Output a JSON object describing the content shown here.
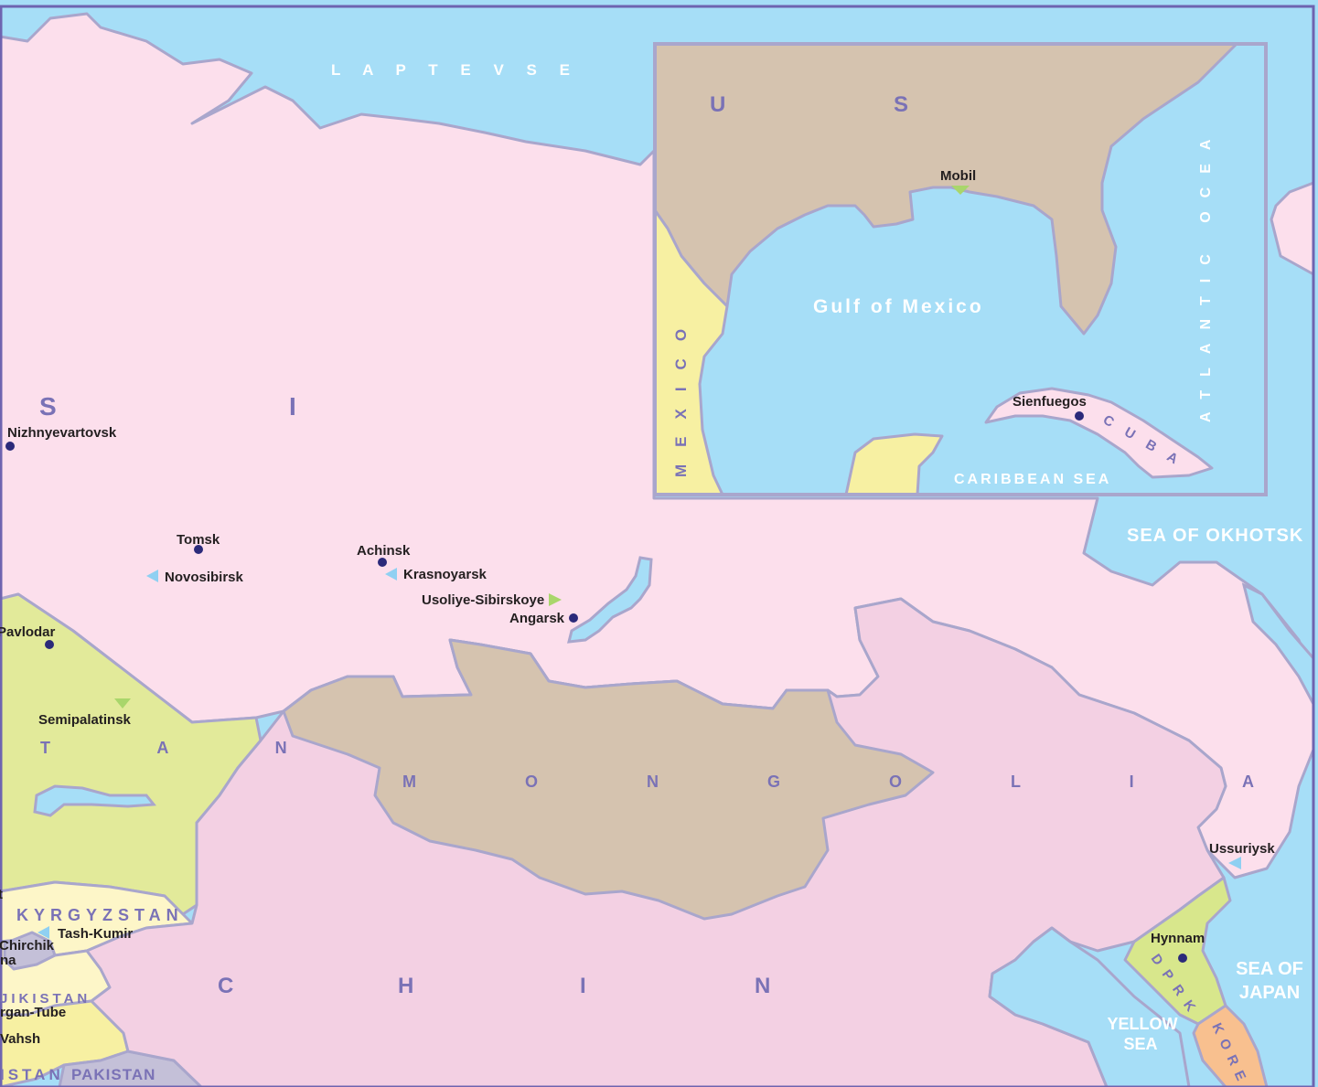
{
  "colors": {
    "ocean": "#a6def7",
    "russia": "#fcdfec",
    "kazakhstan": "#e2ea9a",
    "china": "#f3d0e3",
    "mongolia": "#d5c3af",
    "kyrgyzstan": "#fdf6c8",
    "usa": "#d5c3af",
    "mexico": "#f7f0a2",
    "dprk": "#d8e78c",
    "korea": "#f8c08f",
    "pakistan": "#c4c0d8",
    "border": "#a9a6cc",
    "frame": "#6e64b0",
    "city_dot": "#2b2a7a",
    "marker_blue": "#8fd0f2",
    "marker_green": "#a9d66b",
    "country_label": "#7a72b6"
  },
  "country_labels": {
    "russia_s": "S",
    "russia_i": "I",
    "kazakhstan": "T A N",
    "mongolia": "M O N G O L I A",
    "china_c": "C",
    "china_h": "H",
    "china_i": "I",
    "china_n": "N",
    "kyrgyzstan": "KYRGYZSTAN",
    "tajikistan": "JIKISTAN",
    "pakistan": "PAKISTAN",
    "afghanistan": "ISTAN",
    "dprk": "DPRK",
    "korea": "KOREA"
  },
  "seas": {
    "laptev": "L A P T E V   S E",
    "okhotsk": "SEA OF OKHOTSK",
    "japan_line1": "SEA OF",
    "japan_line2": "JAPAN",
    "yellow_line1": "YELLOW",
    "yellow_line2": "SEA"
  },
  "cities": [
    {
      "id": "nizhnyevartovsk",
      "name": "Nizhnyevartovsk",
      "marker": "dot"
    },
    {
      "id": "tomsk",
      "name": "Tomsk",
      "marker": "dot"
    },
    {
      "id": "novosibirsk",
      "name": "Novosibirsk",
      "marker": "triangle-blue"
    },
    {
      "id": "achinsk",
      "name": "Achinsk",
      "marker": "dot"
    },
    {
      "id": "krasnoyarsk",
      "name": "Krasnoyarsk",
      "marker": "triangle-blue"
    },
    {
      "id": "usoliye",
      "name": "Usoliye-Sibirskoye",
      "marker": "triangle-green"
    },
    {
      "id": "angarsk",
      "name": "Angarsk",
      "marker": "dot"
    },
    {
      "id": "pavlodar",
      "name": "Pavlodar",
      "marker": "dot"
    },
    {
      "id": "semipalatinsk",
      "name": "Semipalatinsk",
      "marker": "triangle-green"
    },
    {
      "id": "tashkumir",
      "name": "Tash-Kumir",
      "marker": "triangle-blue"
    },
    {
      "id": "chirchik",
      "name": "Chirchik",
      "marker": "none"
    },
    {
      "id": "na",
      "name": "na",
      "marker": "none"
    },
    {
      "id": "kurgantube",
      "name": "rgan-Tube",
      "marker": "none"
    },
    {
      "id": "vahsh",
      "name": "Vahsh",
      "marker": "none"
    },
    {
      "id": "t",
      "name": "t",
      "marker": "none"
    },
    {
      "id": "ussuriysk",
      "name": "Ussuriysk",
      "marker": "triangle-blue"
    },
    {
      "id": "hynnam",
      "name": "Hynnam",
      "marker": "dot"
    }
  ],
  "inset": {
    "us_u": "U",
    "us_s": "S",
    "mexico": "MEXICO",
    "atlantic": "ATLANTIC OCEA",
    "gulf": "Gulf of Mexico",
    "caribbean": "CARIBBEAN SEA",
    "cuba": "CUBA",
    "cities": [
      {
        "id": "mobil",
        "name": "Mobil",
        "marker": "triangle-green"
      },
      {
        "id": "sienfuegos",
        "name": "Sienfuegos",
        "marker": "dot"
      }
    ]
  }
}
